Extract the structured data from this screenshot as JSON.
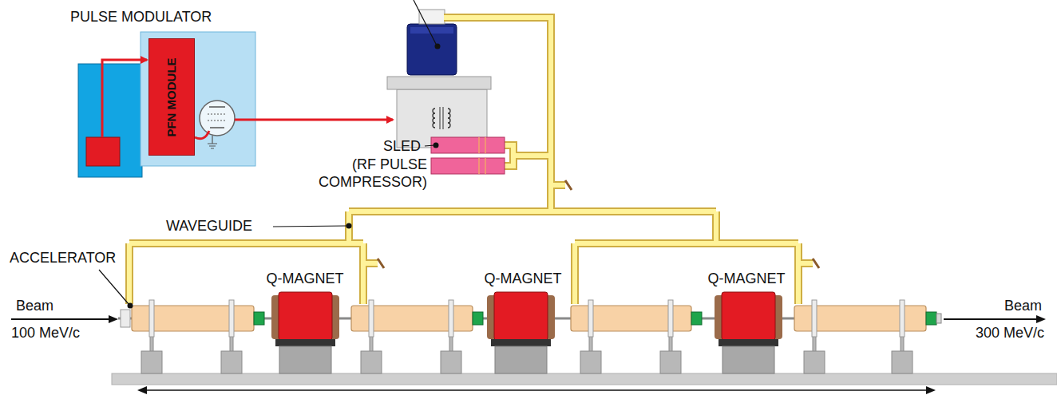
{
  "diagram": {
    "nodes": [
      {
        "text": [
          "PULSE MODULATOR"
        ]
      },
      {
        "text": [
          "PFN MODULE"
        ],
        "in": 0
      }
    ],
    "labels": [
      "SLED",
      "(RF PULSE COMPRESSOR)",
      "WAVEGUIDE",
      "ACCELERATOR",
      "Q-MAGNET",
      "Q-MAGNET",
      "Q-MAGNET",
      "Beam",
      "100 MeV/c",
      "Beam",
      "300 MeV/c"
    ]
  }
}
